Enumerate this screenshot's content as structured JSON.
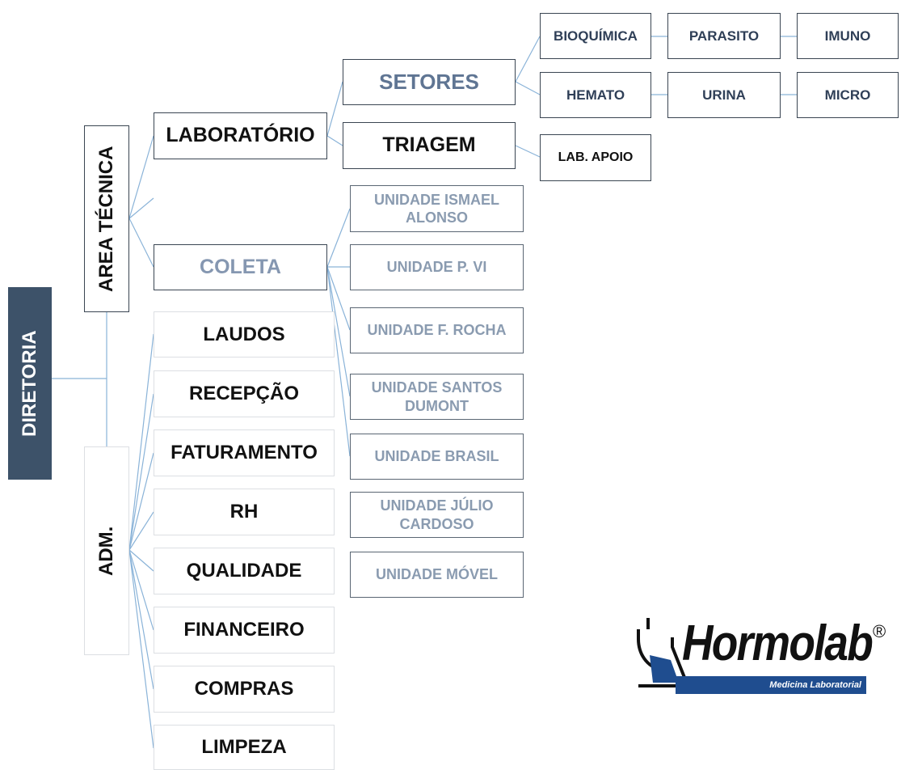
{
  "root": "DIRETORIA",
  "area_tecnica": "AREA TÉCNICA",
  "adm": "ADM.",
  "laboratorio": "LABORATÓRIO",
  "coleta": "COLETA",
  "setores": "SETORES",
  "triagem": "TRIAGEM",
  "lab_apoio": "LAB. APOIO",
  "sectors": [
    "BIOQUÍMICA",
    "PARASITO",
    "IMUNO",
    "HEMATO",
    "URINA",
    "MICRO"
  ],
  "units": [
    "UNIDADE ISMAEL ALONSO",
    "UNIDADE P. VI",
    "UNIDADE F. ROCHA",
    "UNIDADE SANTOS DUMONT",
    "UNIDADE BRASIL",
    "UNIDADE JÚLIO CARDOSO",
    "UNIDADE MÓVEL"
  ],
  "adm_items": [
    "LAUDOS",
    "RECEPÇÃO",
    "FATURAMENTO",
    "RH",
    "QUALIDADE",
    "FINANCEIRO",
    "COMPRAS",
    "LIMPEZA"
  ],
  "logo": {
    "name": "Hormolab",
    "tagline": "Medicina Laboratorial",
    "registered": "®"
  },
  "colors": {
    "root_fill": "#3d5269",
    "connector": "#8ab3d8",
    "unit_text": "#8a9bb0",
    "logo_blue": "#1f4d8f"
  }
}
